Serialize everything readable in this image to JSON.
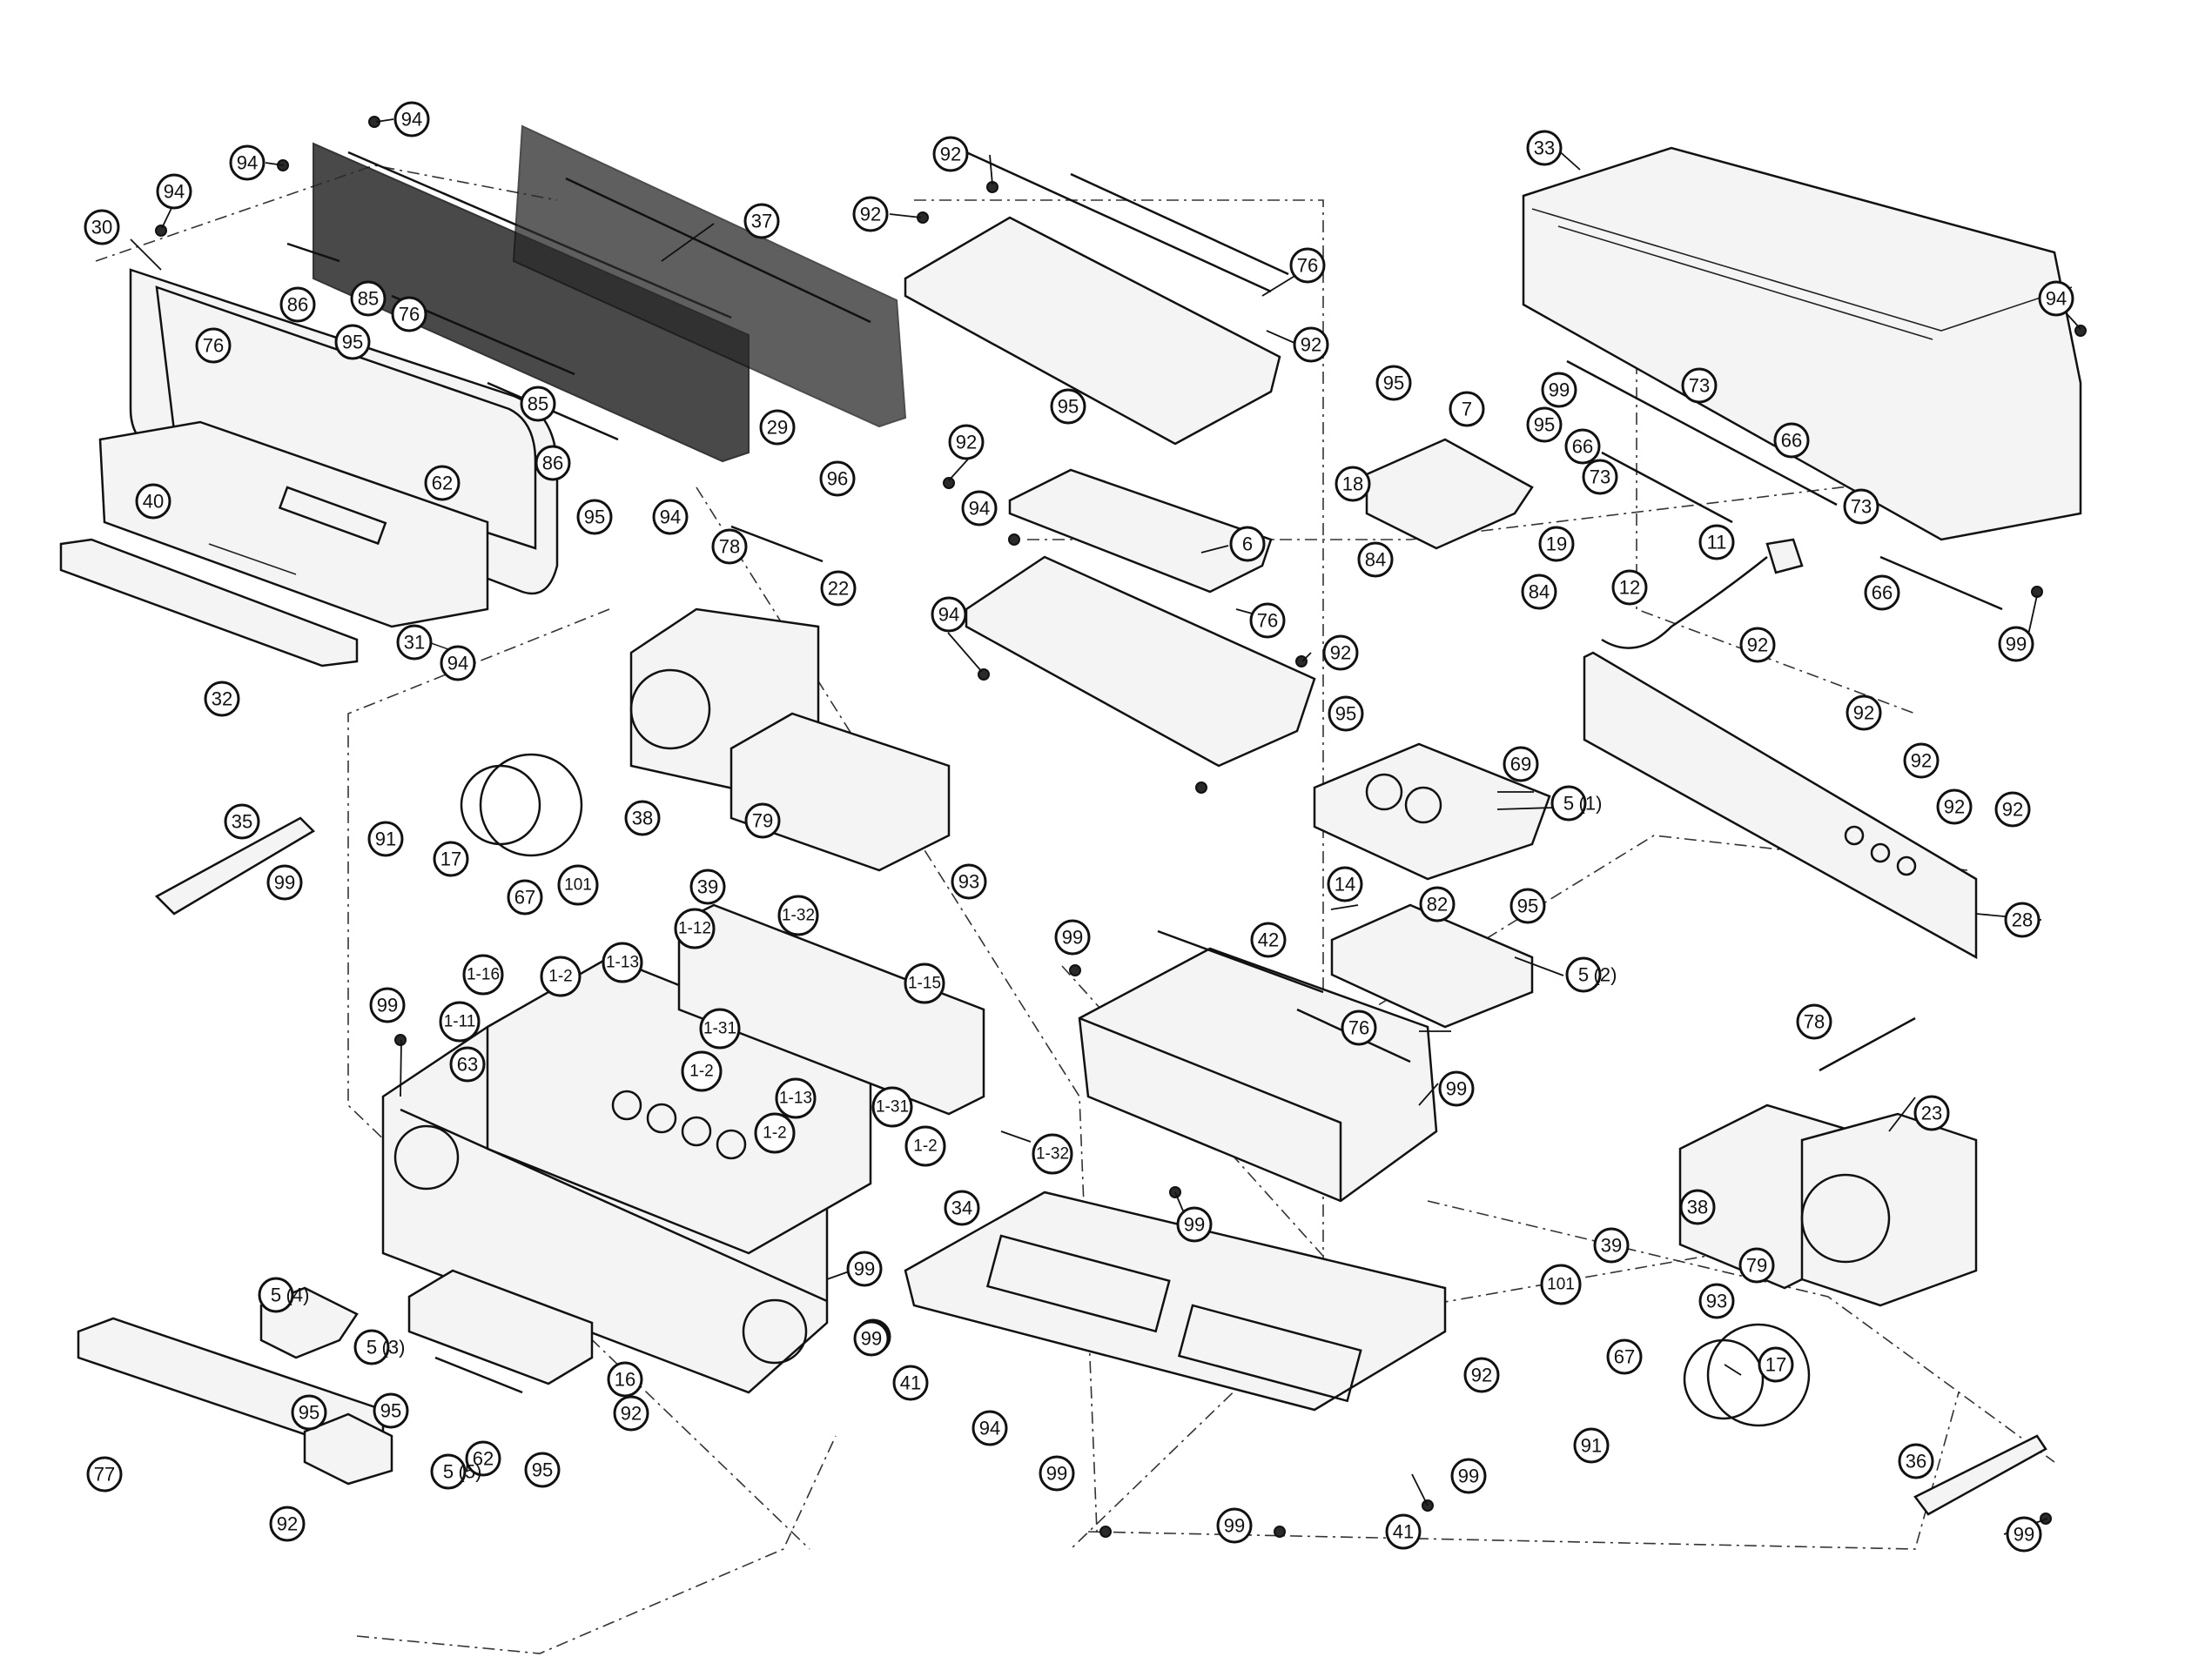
{
  "callouts": [
    {
      "id": "c94a",
      "label": "94"
    },
    {
      "id": "c94b",
      "label": "94"
    },
    {
      "id": "c94c",
      "label": "94"
    },
    {
      "id": "c30",
      "label": "30"
    },
    {
      "id": "c86a",
      "label": "86"
    },
    {
      "id": "c95a",
      "label": "95"
    },
    {
      "id": "c85a",
      "label": "85"
    },
    {
      "id": "c76a",
      "label": "76"
    },
    {
      "id": "c37",
      "label": "37"
    },
    {
      "id": "c76b",
      "label": "76"
    },
    {
      "id": "c85b",
      "label": "85"
    },
    {
      "id": "c29",
      "label": "29"
    },
    {
      "id": "c96",
      "label": "96"
    },
    {
      "id": "c86b",
      "label": "86"
    },
    {
      "id": "c95b",
      "label": "95"
    },
    {
      "id": "c94d",
      "label": "94"
    },
    {
      "id": "c62a",
      "label": "62"
    },
    {
      "id": "c40",
      "label": "40"
    },
    {
      "id": "c31",
      "label": "31"
    },
    {
      "id": "c94e",
      "label": "94"
    },
    {
      "id": "c32",
      "label": "32"
    },
    {
      "id": "c92a",
      "label": "92"
    },
    {
      "id": "c92b",
      "label": "92"
    },
    {
      "id": "c76c",
      "label": "76"
    },
    {
      "id": "c92c",
      "label": "92"
    },
    {
      "id": "c95c",
      "label": "95"
    },
    {
      "id": "c92d",
      "label": "92"
    },
    {
      "id": "c94f",
      "label": "94"
    },
    {
      "id": "c6",
      "label": "6"
    },
    {
      "id": "c94g",
      "label": "94"
    },
    {
      "id": "c76d",
      "label": "76"
    },
    {
      "id": "c92e",
      "label": "92"
    },
    {
      "id": "c78a",
      "label": "78"
    },
    {
      "id": "c22",
      "label": "22"
    },
    {
      "id": "c33",
      "label": "33"
    },
    {
      "id": "c94h",
      "label": "94"
    },
    {
      "id": "c95d",
      "label": "95"
    },
    {
      "id": "c7",
      "label": "7"
    },
    {
      "id": "c99a",
      "label": "99"
    },
    {
      "id": "c73a",
      "label": "73"
    },
    {
      "id": "c73b",
      "label": "73"
    },
    {
      "id": "c95e",
      "label": "95"
    },
    {
      "id": "c66a",
      "label": "66"
    },
    {
      "id": "c66b",
      "label": "66"
    },
    {
      "id": "c18",
      "label": "18"
    },
    {
      "id": "c19",
      "label": "19"
    },
    {
      "id": "c84a",
      "label": "84"
    },
    {
      "id": "c84b",
      "label": "84"
    },
    {
      "id": "c73c",
      "label": "73"
    },
    {
      "id": "c11",
      "label": "11"
    },
    {
      "id": "c12",
      "label": "12"
    },
    {
      "id": "c66c",
      "label": "66"
    },
    {
      "id": "c99b",
      "label": "99"
    },
    {
      "id": "c92f",
      "label": "92"
    },
    {
      "id": "c92g",
      "label": "92"
    },
    {
      "id": "c92h",
      "label": "92"
    },
    {
      "id": "c92i",
      "label": "92"
    },
    {
      "id": "c92j",
      "label": "92"
    },
    {
      "id": "c28",
      "label": "28"
    },
    {
      "id": "c95f",
      "label": "95"
    },
    {
      "id": "c69",
      "label": "69"
    },
    {
      "id": "c5_1",
      "label": "5",
      "suffix": "(1)"
    },
    {
      "id": "c14",
      "label": "14"
    },
    {
      "id": "c82",
      "label": "82"
    },
    {
      "id": "c95g",
      "label": "95"
    },
    {
      "id": "c42",
      "label": "42"
    },
    {
      "id": "c5_2",
      "label": "5",
      "suffix": "(2)"
    },
    {
      "id": "c76e",
      "label": "76"
    },
    {
      "id": "c99c",
      "label": "99"
    },
    {
      "id": "c99d",
      "label": "99"
    },
    {
      "id": "c99e",
      "label": "99"
    },
    {
      "id": "c35",
      "label": "35"
    },
    {
      "id": "c99f",
      "label": "99"
    },
    {
      "id": "c91a",
      "label": "91"
    },
    {
      "id": "c17a",
      "label": "17"
    },
    {
      "id": "c67a",
      "label": "67"
    },
    {
      "id": "c38a",
      "label": "38"
    },
    {
      "id": "c79a",
      "label": "79"
    },
    {
      "id": "c39a",
      "label": "39"
    },
    {
      "id": "c101a",
      "label": "101"
    },
    {
      "id": "c93a",
      "label": "93"
    },
    {
      "id": "c1_32a",
      "label": "1-32"
    },
    {
      "id": "c1_12",
      "label": "1-12"
    },
    {
      "id": "c1_15",
      "label": "1-15"
    },
    {
      "id": "c1_16",
      "label": "1-16"
    },
    {
      "id": "c1_2a",
      "label": "1-2"
    },
    {
      "id": "c1_13a",
      "label": "1-13"
    },
    {
      "id": "c1_11",
      "label": "1-11"
    },
    {
      "id": "c1_31a",
      "label": "1-31"
    },
    {
      "id": "c1_2b",
      "label": "1-2"
    },
    {
      "id": "c99g",
      "label": "99"
    },
    {
      "id": "c63",
      "label": "63"
    },
    {
      "id": "c1_13b",
      "label": "1-13"
    },
    {
      "id": "c1_31b",
      "label": "1-31"
    },
    {
      "id": "c1_2c",
      "label": "1-2"
    },
    {
      "id": "c1_2d",
      "label": "1-2"
    },
    {
      "id": "c1_32b",
      "label": "1-32"
    },
    {
      "id": "c99h",
      "label": "99"
    },
    {
      "id": "c99i",
      "label": "99"
    },
    {
      "id": "c34",
      "label": "34"
    },
    {
      "id": "c99j",
      "label": "99"
    },
    {
      "id": "c41a",
      "label": "41"
    },
    {
      "id": "c94i",
      "label": "94"
    },
    {
      "id": "c99k",
      "label": "99"
    },
    {
      "id": "c92k",
      "label": "92"
    },
    {
      "id": "c99l",
      "label": "99"
    },
    {
      "id": "c99m",
      "label": "99"
    },
    {
      "id": "c41b",
      "label": "41"
    },
    {
      "id": "c5_4",
      "label": "5",
      "suffix": "(4)"
    },
    {
      "id": "c5_3",
      "label": "5",
      "suffix": "(3)"
    },
    {
      "id": "c16",
      "label": "16"
    },
    {
      "id": "c92l",
      "label": "92"
    },
    {
      "id": "c95h",
      "label": "95"
    },
    {
      "id": "c95i",
      "label": "95"
    },
    {
      "id": "c62b",
      "label": "62"
    },
    {
      "id": "c95j",
      "label": "95"
    },
    {
      "id": "c5_5",
      "label": "5",
      "suffix": "(5)"
    },
    {
      "id": "c77",
      "label": "77"
    },
    {
      "id": "c92m",
      "label": "92"
    },
    {
      "id": "c78b",
      "label": "78"
    },
    {
      "id": "c23",
      "label": "23"
    },
    {
      "id": "c38b",
      "label": "38"
    },
    {
      "id": "c39b",
      "label": "39"
    },
    {
      "id": "c101b",
      "label": "101"
    },
    {
      "id": "c93b",
      "label": "93"
    },
    {
      "id": "c79b",
      "label": "79"
    },
    {
      "id": "c67b",
      "label": "67"
    },
    {
      "id": "c17b",
      "label": "17"
    },
    {
      "id": "c91b",
      "label": "91"
    },
    {
      "id": "c36",
      "label": "36"
    },
    {
      "id": "c99n",
      "label": "99"
    }
  ]
}
